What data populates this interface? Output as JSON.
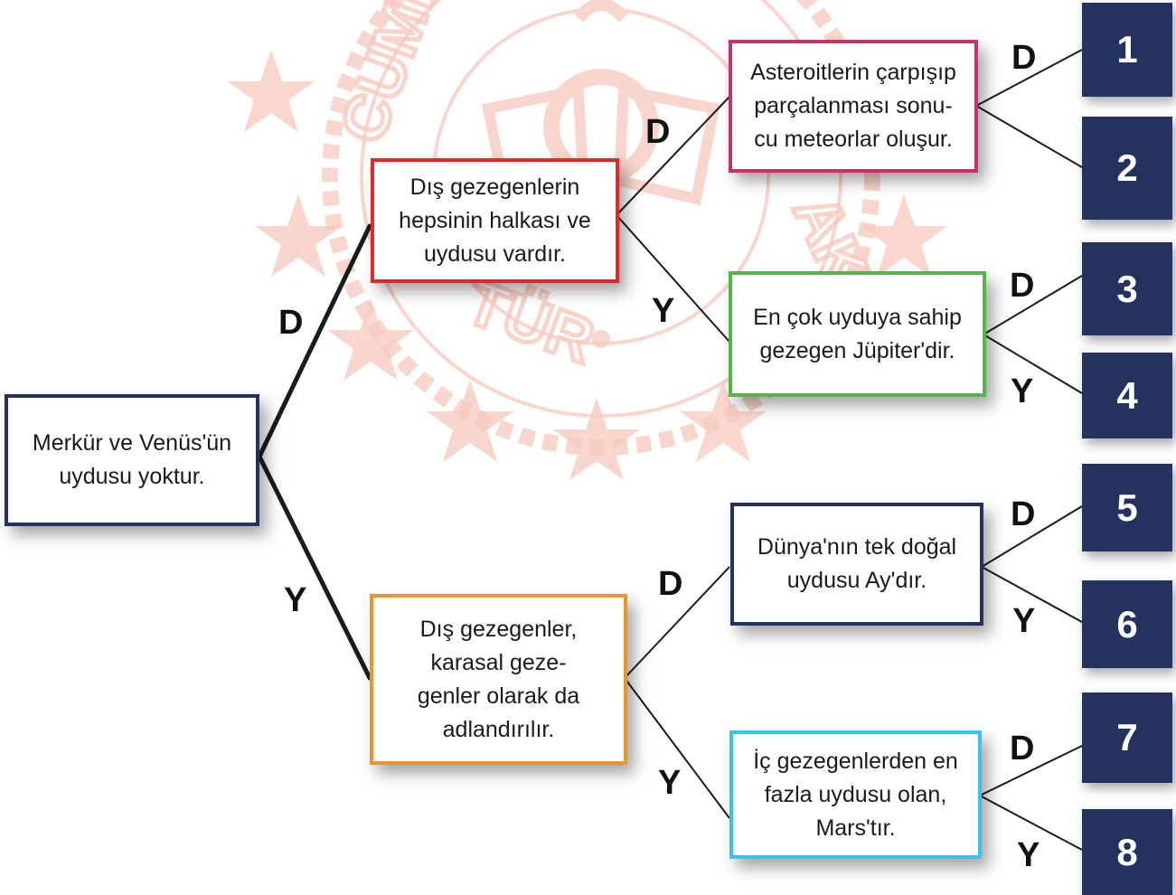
{
  "colors": {
    "root_border": "#24325f",
    "yes_branch_border": "#e5272a",
    "no_branch_border": "#e8972f",
    "magenta_border": "#c7326e",
    "green_border": "#55b54a",
    "navy_border": "#24325f",
    "cyan_border": "#3ac2ea",
    "number_fill": "#24325f",
    "watermark": "#f7c9bd"
  },
  "root": {
    "text": "Merkür ve Venüs'ün\nuydusu yoktur."
  },
  "level1": {
    "d": {
      "text": "Dış gezegenlerin\nhepsinin halkası ve\nuydusu vardır."
    },
    "y": {
      "text": "Dış gezegenler,\nkarasal geze-\ngenler olarak da\nadlandırılır."
    }
  },
  "level2": {
    "dd": {
      "text": "Asteroitlerin çarpışıp\nparçalanması sonu-\ncu meteorlar oluşur."
    },
    "dy": {
      "text": "En çok uyduya sahip\ngezegen Jüpiter'dir."
    },
    "yd": {
      "text": "Dünya'nın tek doğal\nuydusu Ay'dır."
    },
    "yy": {
      "text": "İç gezegenlerden en\nfazla uydusu olan,\nMars'tır."
    }
  },
  "labels": {
    "d": "D",
    "y": "Y"
  },
  "outcomes": [
    "1",
    "2",
    "3",
    "4",
    "5",
    "6",
    "7",
    "8"
  ],
  "icons": {
    "watermark": "ministry-emblem-watermark"
  }
}
